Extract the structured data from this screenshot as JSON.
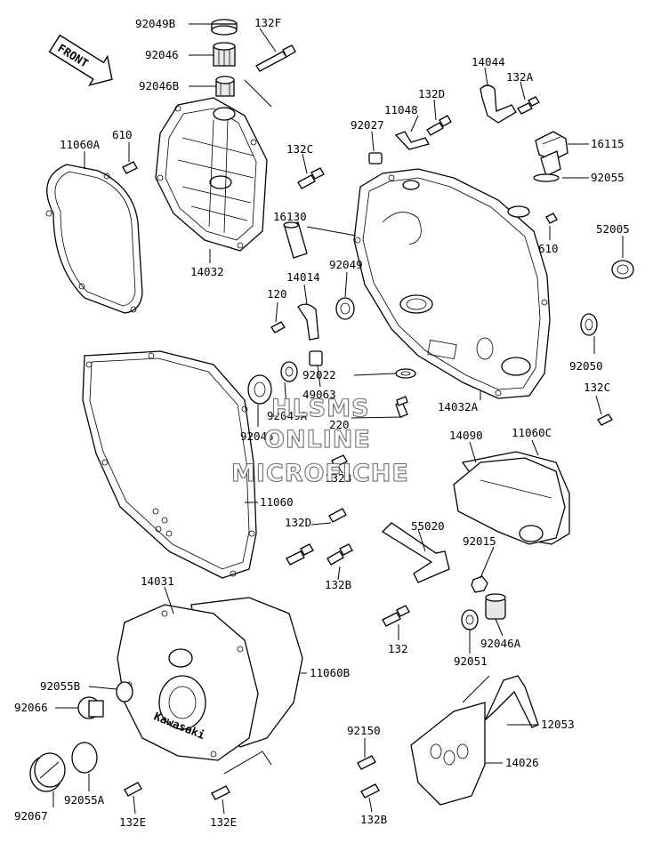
{
  "front_arrow": "FRONT",
  "brand_mark": "Kawasaki",
  "watermark": [
    "HLSMS",
    "ONLINE",
    "MICROFICHE"
  ],
  "labels": {
    "p92049B": "92049B",
    "p132F": "132F",
    "p92046": "92046",
    "p92046B": "92046B",
    "p610a": "610",
    "p11060A": "11060A",
    "p14032": "14032",
    "p132Ca": "132C",
    "p14044": "14044",
    "p132A": "132A",
    "p132D": "132D",
    "p11048": "11048",
    "p92027": "92027",
    "p16115": "16115",
    "p92055": "92055",
    "p610b": "610",
    "p52005": "52005",
    "p16130": "16130",
    "p92049": "92049",
    "p14014": "14014",
    "p120": "120",
    "p92022": "92022",
    "p49063": "49063",
    "p92049A": "92049A",
    "p92045": "92045",
    "p220": "220",
    "p92050": "92050",
    "p132Cb": "132C",
    "p14032A": "14032A",
    "p14090": "14090",
    "p11060C": "11060C",
    "p132B": "132B",
    "p11060": "11060",
    "p132Db": "132D",
    "p55020": "55020",
    "p92015": "92015",
    "p132Bb": "132B",
    "p14031": "14031",
    "p132": "132",
    "p92046A": "92046A",
    "p92051": "92051",
    "p11060B": "11060B",
    "p92055B": "92055B",
    "p92066": "92066",
    "p12053": "12053",
    "p92150": "92150",
    "p14026": "14026",
    "p92055A": "92055A",
    "p92067": "92067",
    "p132Ea": "132E",
    "p132Eb": "132E",
    "p132Bc": "132B"
  }
}
